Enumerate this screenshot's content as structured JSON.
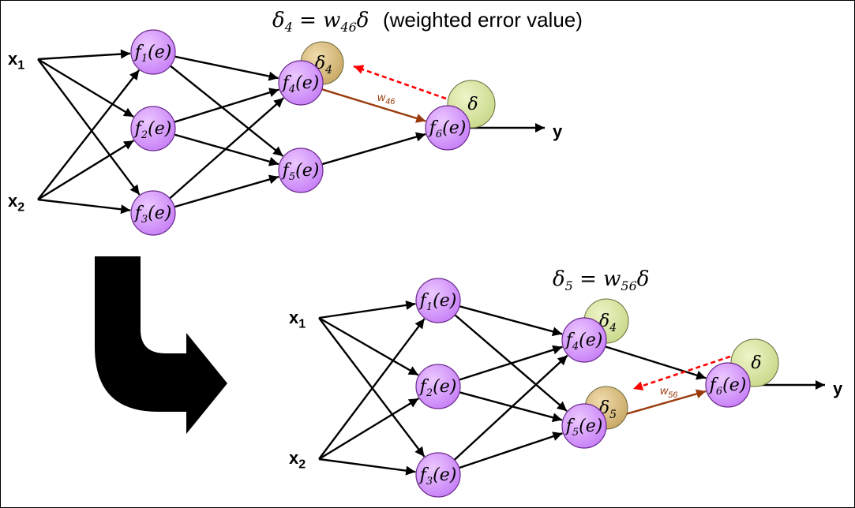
{
  "colors": {
    "neuron_fill": "#c77ff7",
    "neuron_stroke": "#6a2a8c",
    "delta_out_fill": "#c8d98a",
    "delta_hidden_fill": "#c9a864",
    "weight_arrow": "#9a3a0c",
    "error_arrow": "#ff0000",
    "arrow": "#000000"
  },
  "top": {
    "equation": {
      "lhs": "δ",
      "lhs_sub": "4",
      "eq": " = w",
      "w_sub": "46",
      "rhs": "δ"
    },
    "caption": "(weighted error value)",
    "inputs": [
      {
        "main": "x",
        "sub": "1"
      },
      {
        "main": "x",
        "sub": "2"
      }
    ],
    "output": "y",
    "neurons": [
      {
        "id": "n1",
        "sub": "1"
      },
      {
        "id": "n2",
        "sub": "2"
      },
      {
        "id": "n3",
        "sub": "3"
      },
      {
        "id": "n4",
        "sub": "4"
      },
      {
        "id": "n5",
        "sub": "5"
      },
      {
        "id": "n6",
        "sub": "6"
      }
    ],
    "error_bubbles": [
      {
        "sym": "δ",
        "sub": "4"
      },
      {
        "sym": "δ",
        "sub": ""
      }
    ],
    "weight_label": {
      "main": "w",
      "sub": "46"
    }
  },
  "bottom": {
    "equation": {
      "lhs": "δ",
      "lhs_sub": "5",
      "eq": " = w",
      "w_sub": "56",
      "rhs": "δ"
    },
    "inputs": [
      {
        "main": "x",
        "sub": "1"
      },
      {
        "main": "x",
        "sub": "2"
      }
    ],
    "output": "y",
    "neurons": [
      {
        "id": "n1",
        "sub": "1"
      },
      {
        "id": "n2",
        "sub": "2"
      },
      {
        "id": "n3",
        "sub": "3"
      },
      {
        "id": "n4",
        "sub": "4"
      },
      {
        "id": "n5",
        "sub": "5"
      },
      {
        "id": "n6",
        "sub": "6"
      }
    ],
    "error_bubbles": [
      {
        "sym": "δ",
        "sub": "4"
      },
      {
        "sym": "δ",
        "sub": "5"
      },
      {
        "sym": "δ",
        "sub": ""
      }
    ],
    "weight_label": {
      "main": "w",
      "sub": "56"
    }
  },
  "neuron_text": {
    "f": "f",
    "arg": "(e)"
  }
}
